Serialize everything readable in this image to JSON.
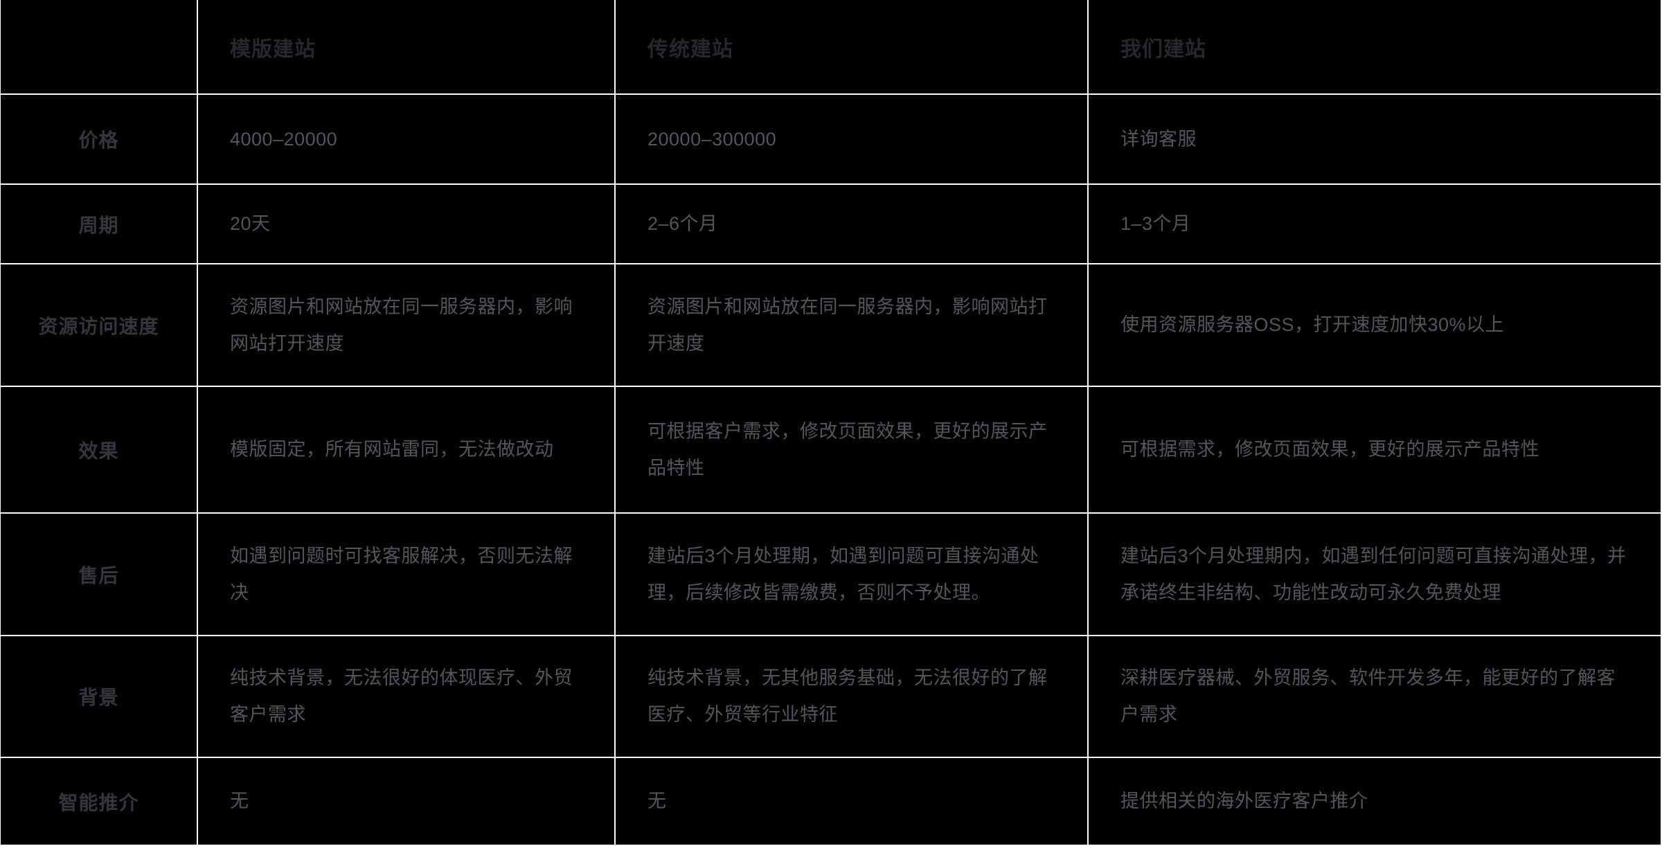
{
  "colors": {
    "background": "#000000",
    "border": "#ffffff",
    "header_text": "#26282e",
    "row_label_text": "#34373d",
    "cell_text": "#53565d"
  },
  "table": {
    "columns": [
      {
        "label": ""
      },
      {
        "label": "模版建站"
      },
      {
        "label": "传统建站"
      },
      {
        "label": "我们建站"
      }
    ],
    "rows": [
      {
        "label": "价格",
        "cells": [
          "4000–20000",
          "20000–300000",
          "详询客服"
        ]
      },
      {
        "label": "周期",
        "cells": [
          "20天",
          "2–6个月",
          "1–3个月"
        ]
      },
      {
        "label": "资源访问速度",
        "cells": [
          "资源图片和网站放在同一服务器内，影响网站打开速度",
          "资源图片和网站放在同一服务器内，影响网站打开速度",
          "使用资源服务器OSS，打开速度加快30%以上"
        ]
      },
      {
        "label": "效果",
        "cells": [
          "模版固定，所有网站雷同，无法做改动",
          "可根据客户需求，修改页面效果，更好的展示产品特性",
          "可根据需求，修改页面效果，更好的展示产品特性"
        ]
      },
      {
        "label": "售后",
        "cells": [
          "如遇到问题时可找客服解决，否则无法解决",
          "建站后3个月处理期，如遇到问题可直接沟通处理，后续修改皆需缴费，否则不予处理。",
          "建站后3个月处理期内，如遇到任何问题可直接沟通处理，并承诺终生非结构、功能性改动可永久免费处理"
        ]
      },
      {
        "label": "背景",
        "cells": [
          "纯技术背景，无法很好的体现医疗、外贸客户需求",
          "纯技术背景，无其他服务基础，无法很好的了解医疗、外贸等行业特征",
          "深耕医疗器械、外贸服务、软件开发多年，能更好的了解客户需求"
        ]
      },
      {
        "label": "智能推介",
        "cells": [
          "无",
          "无",
          "提供相关的海外医疗客户推介"
        ]
      }
    ]
  }
}
